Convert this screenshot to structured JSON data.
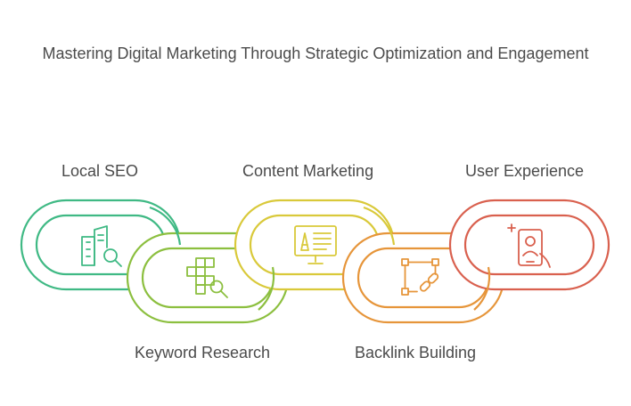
{
  "title": "Mastering Digital Marketing Through Strategic Optimization and Engagement",
  "links": [
    {
      "label": "Local SEO",
      "color": "#3fb984",
      "icon": "building-search-icon"
    },
    {
      "label": "Keyword Research",
      "color": "#8cbf3f",
      "icon": "crossword-search-icon"
    },
    {
      "label": "Content Marketing",
      "color": "#d9c93a",
      "icon": "monitor-content-icon"
    },
    {
      "label": "Backlink Building",
      "color": "#e6953a",
      "icon": "link-nodes-icon"
    },
    {
      "label": "User Experience",
      "color": "#d9604e",
      "icon": "phone-user-icon"
    }
  ]
}
